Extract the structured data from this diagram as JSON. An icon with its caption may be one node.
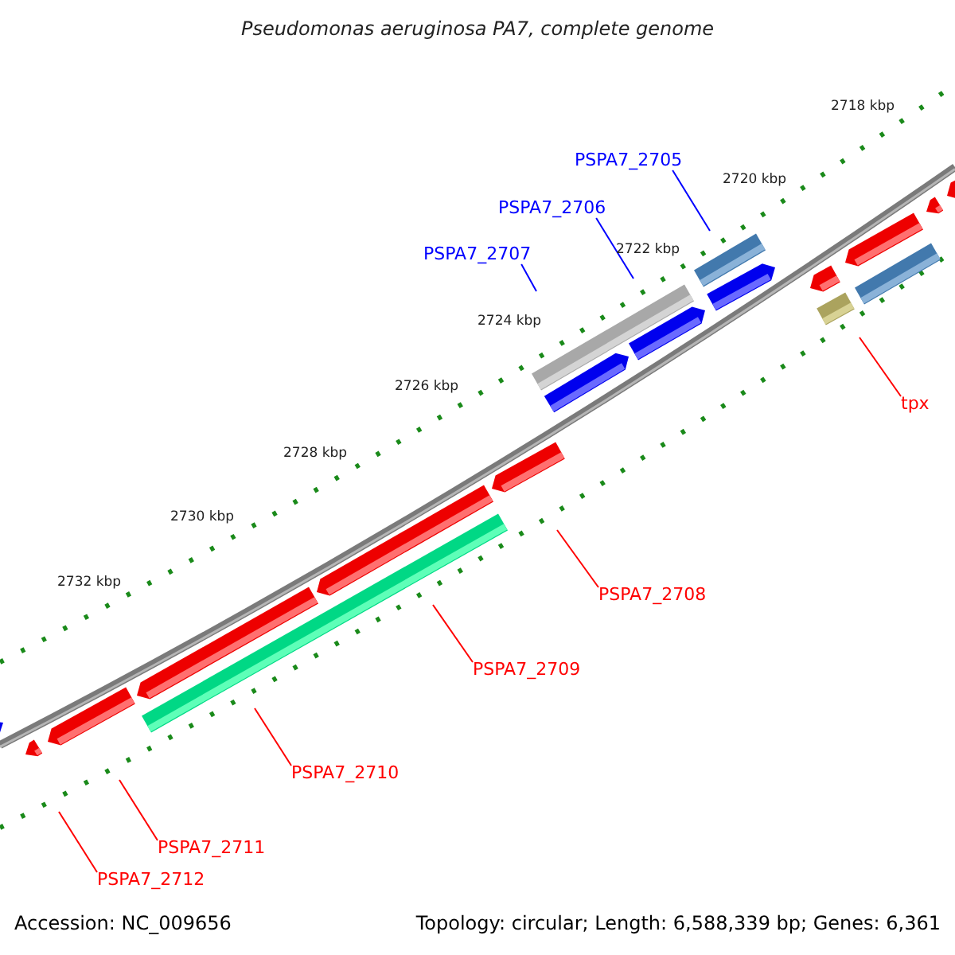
{
  "diagram": {
    "title": "Pseudomonas aeruginosa PA7, complete genome",
    "nodes": [
      {
        "text": [
          "PSPA7_2705"
        ]
      },
      {
        "text": [
          "PSPA7_2706"
        ]
      },
      {
        "text": [
          "PSPA7_2707"
        ]
      },
      {
        "text": [
          "tpx"
        ]
      },
      {
        "text": [
          "PSPA7_2708"
        ]
      },
      {
        "text": [
          "PSPA7_2709"
        ]
      },
      {
        "text": [
          "PSPA7_2710"
        ]
      },
      {
        "text": [
          "PSPA7_2711"
        ]
      },
      {
        "text": [
          "PSPA7_2712"
        ]
      }
    ],
    "edges": [
      {
        "from": 0,
        "to": null,
        "arrow": "none",
        "color": "#0000ff"
      },
      {
        "from": 1,
        "to": null,
        "arrow": "none",
        "color": "#0000ff"
      },
      {
        "from": 2,
        "to": null,
        "arrow": "none",
        "color": "#0000ff"
      },
      {
        "from": 3,
        "to": null,
        "arrow": "none"
      },
      {
        "from": 4,
        "to": null,
        "arrow": "none"
      },
      {
        "from": 5,
        "to": null,
        "arrow": "none"
      },
      {
        "from": 6,
        "to": null,
        "arrow": "none"
      },
      {
        "from": 7,
        "to": null,
        "arrow": "none"
      },
      {
        "from": 8,
        "to": null,
        "arrow": "none"
      }
    ],
    "labels": [
      "2718 kbp",
      "2720 kbp",
      "2722 kbp",
      "2724 kbp",
      "2726 kbp",
      "2728 kbp",
      "2730 kbp",
      "2732 kbp",
      "Accession: NC_009656",
      "Topology: circular; Length: 6,588,339 bp; Genes: 6,361"
    ]
  }
}
